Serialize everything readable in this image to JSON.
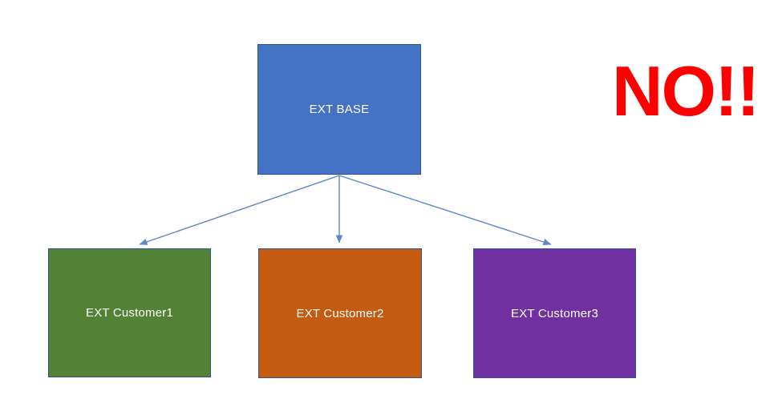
{
  "canvas": {
    "background": "#FFFFFF"
  },
  "diagram": {
    "nodes": [
      {
        "id": "ext-base",
        "label": "EXT BASE",
        "fill": "#4472C4",
        "border": "#2F5597",
        "text_color": "#FFFFFF"
      },
      {
        "id": "ext-customer1",
        "label": "EXT Customer1",
        "fill": "#538135",
        "border": "#2F5597",
        "text_color": "#FFFFFF"
      },
      {
        "id": "ext-customer2",
        "label": "EXT Customer2",
        "fill": "#C55A11",
        "border": "#2F5597",
        "text_color": "#FFFFFF"
      },
      {
        "id": "ext-customer3",
        "label": "EXT Customer3",
        "fill": "#7030A0",
        "border": "#2F5597",
        "text_color": "#FFFFFF"
      }
    ],
    "connectors": {
      "color": "#5B87C5",
      "edges": [
        {
          "from": "ext-base",
          "to": "ext-customer1"
        },
        {
          "from": "ext-base",
          "to": "ext-customer2"
        },
        {
          "from": "ext-base",
          "to": "ext-customer3"
        }
      ]
    },
    "annotation": {
      "text": "NO!!",
      "color": "#FF0000"
    }
  }
}
